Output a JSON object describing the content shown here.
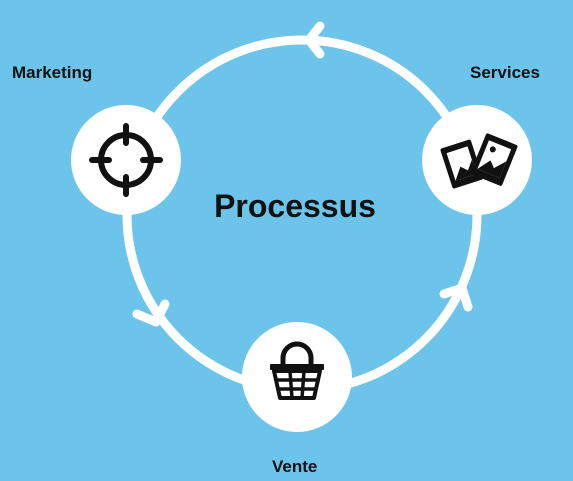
{
  "diagram": {
    "title": "Processus",
    "nodes": [
      {
        "id": "marketing",
        "label": "Marketing",
        "icon": "crosshair-icon"
      },
      {
        "id": "services",
        "label": "Services",
        "icon": "photos-icon"
      },
      {
        "id": "vente",
        "label": "Vente",
        "icon": "shopping-basket-icon"
      }
    ],
    "cycle_direction": "counter-clockwise",
    "colors": {
      "background": "#6cc4ea",
      "ring": "#ffffff",
      "node_fill": "#ffffff",
      "icon": "#111111",
      "text": "#111111"
    }
  }
}
